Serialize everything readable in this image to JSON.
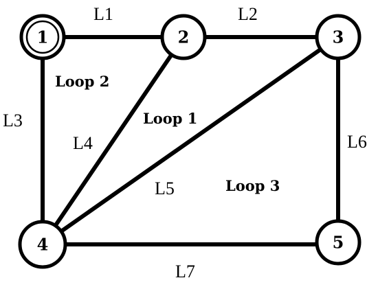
{
  "nodes": [
    {
      "id": "1",
      "label": "1",
      "reference": true
    },
    {
      "id": "2",
      "label": "2"
    },
    {
      "id": "3",
      "label": "3"
    },
    {
      "id": "4",
      "label": "4"
    },
    {
      "id": "5",
      "label": "5"
    }
  ],
  "edges": [
    {
      "id": "L1",
      "label": "L1",
      "from": "1",
      "to": "2"
    },
    {
      "id": "L2",
      "label": "L2",
      "from": "2",
      "to": "3"
    },
    {
      "id": "L3",
      "label": "L3",
      "from": "1",
      "to": "4"
    },
    {
      "id": "L4",
      "label": "L4",
      "from": "2",
      "to": "4"
    },
    {
      "id": "L5",
      "label": "L5",
      "from": "3",
      "to": "4"
    },
    {
      "id": "L6",
      "label": "L6",
      "from": "3",
      "to": "5"
    },
    {
      "id": "L7",
      "label": "L7",
      "from": "4",
      "to": "5"
    }
  ],
  "loops": [
    {
      "id": "loop-1",
      "label": "Loop 1"
    },
    {
      "id": "loop-2",
      "label": "Loop 2"
    },
    {
      "id": "loop-3",
      "label": "Loop 3"
    }
  ],
  "style": {
    "line_color": "#000000",
    "node_fill": "#ffffff",
    "background": "#ffffff"
  }
}
